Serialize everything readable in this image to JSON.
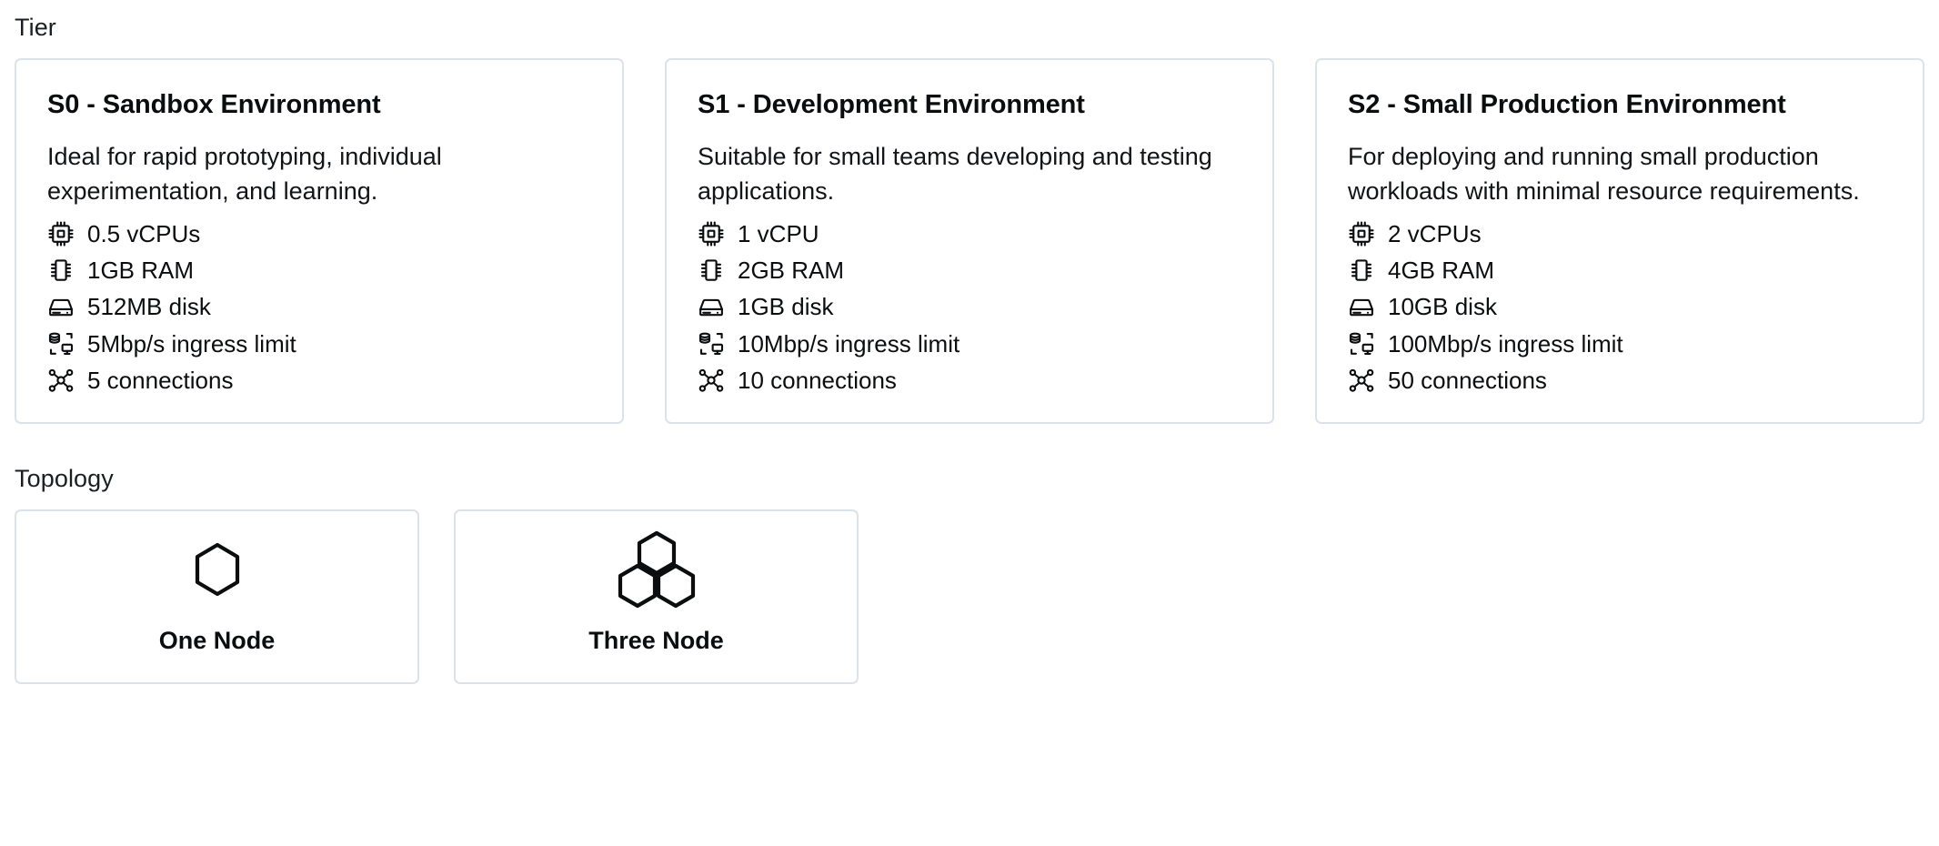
{
  "sections": {
    "tier": {
      "label": "Tier",
      "cards": [
        {
          "title": "S0 - Sandbox Environment",
          "description": "Ideal for rapid prototyping, individual experimentation, and learning.",
          "specs": [
            {
              "icon": "cpu-icon",
              "text": "0.5 vCPUs"
            },
            {
              "icon": "memory-icon",
              "text": "1GB RAM"
            },
            {
              "icon": "hard-drive-icon",
              "text": "512MB disk"
            },
            {
              "icon": "network-icon",
              "text": "5Mbp/s ingress limit"
            },
            {
              "icon": "connections-icon",
              "text": "5 connections"
            }
          ]
        },
        {
          "title": "S1 - Development Environment",
          "description": "Suitable for small teams developing and testing applications.",
          "specs": [
            {
              "icon": "cpu-icon",
              "text": "1 vCPU"
            },
            {
              "icon": "memory-icon",
              "text": "2GB RAM"
            },
            {
              "icon": "hard-drive-icon",
              "text": "1GB disk"
            },
            {
              "icon": "network-icon",
              "text": "10Mbp/s ingress limit"
            },
            {
              "icon": "connections-icon",
              "text": "10 connections"
            }
          ]
        },
        {
          "title": "S2 - Small Production Environment",
          "description": "For deploying and running small production workloads with minimal resource requirements.",
          "specs": [
            {
              "icon": "cpu-icon",
              "text": "2 vCPUs"
            },
            {
              "icon": "memory-icon",
              "text": "4GB RAM"
            },
            {
              "icon": "hard-drive-icon",
              "text": "10GB disk"
            },
            {
              "icon": "network-icon",
              "text": "100Mbp/s ingress limit"
            },
            {
              "icon": "connections-icon",
              "text": "50 connections"
            }
          ]
        }
      ]
    },
    "topology": {
      "label": "Topology",
      "options": [
        {
          "label": "One Node",
          "icon": "single-hexagon-icon"
        },
        {
          "label": "Three Node",
          "icon": "triple-hexagon-icon"
        }
      ]
    }
  },
  "colors": {
    "card_border": "#dbe2e8",
    "text_primary": "#0b0d0f",
    "background": "#ffffff"
  }
}
